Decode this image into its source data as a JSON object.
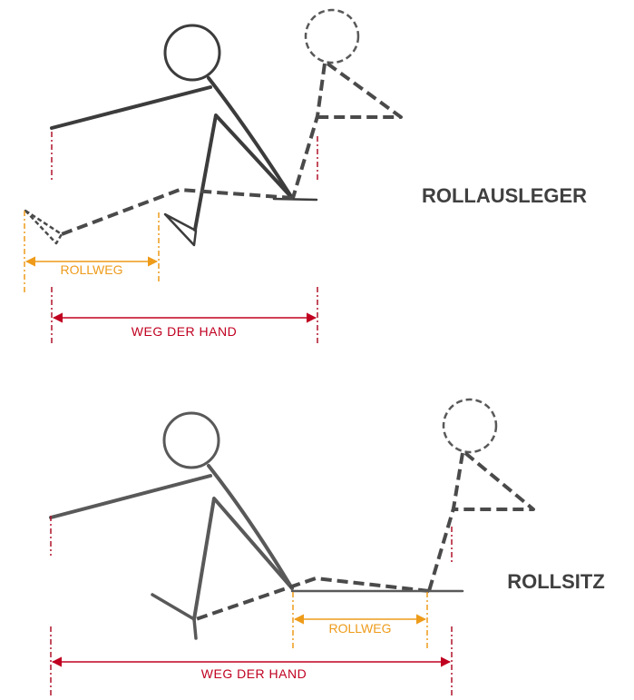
{
  "top_panel": {
    "title": "ROLLAUSLEGER",
    "roll_label": "ROLLWEG",
    "hand_label": "WEG  DER  HAND"
  },
  "bottom_panel": {
    "title": "ROLLSITZ",
    "roll_label": "ROLLWEG",
    "hand_label": "WEG  DER  HAND"
  },
  "colors": {
    "figure": "#3c3c3c",
    "hand_path": "#c00020",
    "roll_path": "#ee9b1a"
  }
}
